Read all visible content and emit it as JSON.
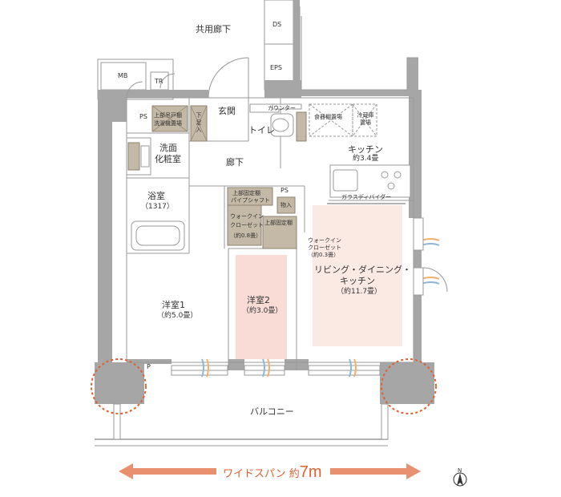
{
  "labels": {
    "common_corridor": "共用廊下",
    "ds": "DS",
    "eps": "EPS",
    "mb": "MB",
    "tr": "TR",
    "ps1": "PS",
    "ps2": "PS",
    "shoe_storage": "上部吊戸棚",
    "washer_place": "洗濯機置場",
    "foot_bench": "下足入",
    "entrance": "玄関",
    "counter": "カウンター",
    "toilet": "トイレ",
    "tableware_shelf": "食器棚置場",
    "fridge": "冷蔵庫置場",
    "washroom_1": "洗面",
    "washroom_2": "化粧室",
    "hallway": "廊下",
    "kitchen": "キッチン",
    "kitchen_area": "約3.4畳",
    "glass_divider": "ガラスディバイダー",
    "bath": "浴室",
    "bath_size": "（1317）",
    "upper_shelf_1": "上部固定棚",
    "pipe_shaft": "パイプシャフト",
    "storage": "物入",
    "wic_1": "ウォークイン",
    "wic_2": "クローゼット",
    "wic_area": "（約0.8畳）",
    "upper_shelf_2": "上部固定棚",
    "wic2_1": "ウォークイン",
    "wic2_2": "クローゼット",
    "wic2_area": "（約0.3畳）",
    "ldk_1": "リビング・ダイニング・",
    "ldk_2": "キッチン",
    "ldk_area": "（約11.7畳）",
    "western1": "洋室1",
    "western1_area": "（約5.0畳）",
    "western2": "洋室2",
    "western2_area": "（約3.0畳）",
    "p": "P",
    "balcony": "バルコニー",
    "wide_span": "ワイドスパン 約",
    "wide_span_num": "7m",
    "north": "N"
  },
  "colors": {
    "wall": "#a6a6a6",
    "wall_dark": "#8f8f8f",
    "storage": "#c4b8a6",
    "storage_dark": "#a79a86",
    "highlight": "#f9dcd6",
    "highlight_light": "#fbe9e4",
    "accent": "#e06030",
    "window_blue": "#8fb7d8",
    "window_orange": "#f0b070"
  }
}
